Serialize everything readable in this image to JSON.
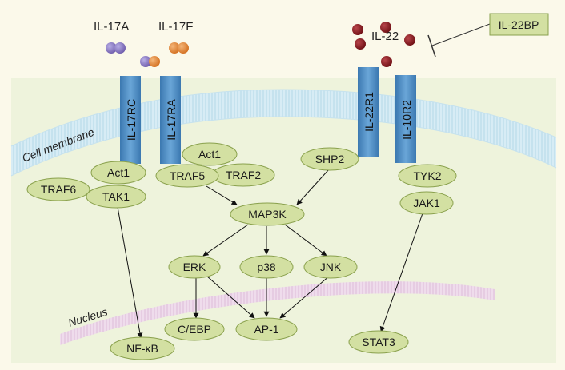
{
  "ligands": {
    "il17a": "IL-17A",
    "il17f": "IL-17F",
    "il22": "IL-22",
    "il22bp": "IL-22BP"
  },
  "receptors": {
    "il17rc": "IL-17RC",
    "il17ra": "IL-17RA",
    "il22r1": "IL-22R1",
    "il10r2": "IL-10R2"
  },
  "labels": {
    "cell_membrane": "Cell membrane",
    "nucleus": "Nucleus"
  },
  "nodes": {
    "act1_left": "Act1",
    "traf6": "TRAF6",
    "tak1": "TAK1",
    "act1_top": "Act1",
    "traf5": "TRAF5",
    "traf2": "TRAF2",
    "shp2": "SHP2",
    "tyk2": "TYK2",
    "jak1": "JAK1",
    "map3k": "MAP3K",
    "erk": "ERK",
    "p38": "p38",
    "jnk": "JNK",
    "cebp": "C/EBP",
    "ap1": "AP-1",
    "nfkb": "NF-κB",
    "stat3": "STAT3"
  },
  "colors": {
    "background": "#fbf9ea",
    "cell": "#eef3dc",
    "node_fill": "#d3e0a2",
    "node_stroke": "#8aa14d",
    "receptor": "#4f8ec5",
    "il17a_dot": "#8f7dc4",
    "il17f_dot": "#e68a3c",
    "il22_dot": "#8c1a1f",
    "membrane": "#cfe8f3",
    "nucleus": "#e7cfe6"
  }
}
